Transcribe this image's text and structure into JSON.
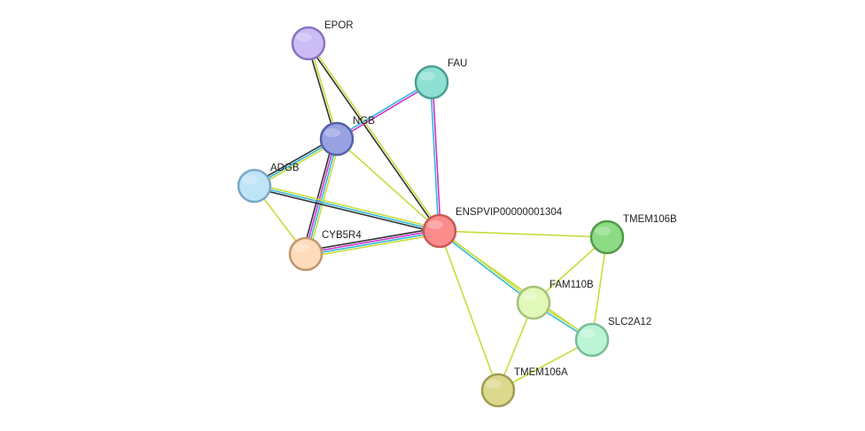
{
  "nodes": [
    {
      "id": "EPOR",
      "label": "EPOR",
      "fill": "#cbbcf5",
      "stroke": "#8a72c4"
    },
    {
      "id": "FAU",
      "label": "FAU",
      "fill": "#8ee0d2",
      "stroke": "#4a9e90"
    },
    {
      "id": "NGB",
      "label": "NGB",
      "fill": "#98a2e2",
      "stroke": "#5560a8"
    },
    {
      "id": "ADGB",
      "label": "ADGB",
      "fill": "#bfe4f8",
      "stroke": "#7aa8c8"
    },
    {
      "id": "ENSPVIP",
      "label": "ENSPVIP00000001304",
      "fill": "#fa8c8c",
      "stroke": "#c85858"
    },
    {
      "id": "CYB5R4",
      "label": "CYB5R4",
      "fill": "#fddbbb",
      "stroke": "#c09670"
    },
    {
      "id": "TMEM106B",
      "label": "TMEM106B",
      "fill": "#8edb86",
      "stroke": "#509a48"
    },
    {
      "id": "FAM110B",
      "label": "FAM110B",
      "fill": "#e0f8b8",
      "stroke": "#a4c27a"
    },
    {
      "id": "SLC2A12",
      "label": "SLC2A12",
      "fill": "#bcf5d6",
      "stroke": "#78bc98"
    },
    {
      "id": "TMEM106A",
      "label": "TMEM106A",
      "fill": "#dcd98c",
      "stroke": "#a09c52"
    }
  ],
  "edges": [
    {
      "source": "EPOR",
      "target": "NGB",
      "colors": [
        "#c8dc3c",
        "#333333"
      ]
    },
    {
      "source": "EPOR",
      "target": "ENSPVIP",
      "colors": [
        "#c8dc3c",
        "#333333"
      ]
    },
    {
      "source": "FAU",
      "target": "NGB",
      "colors": [
        "#cc33cc",
        "#33b8d8"
      ]
    },
    {
      "source": "FAU",
      "target": "ENSPVIP",
      "colors": [
        "#cc33cc",
        "#33b8d8"
      ]
    },
    {
      "source": "NGB",
      "target": "ADGB",
      "colors": [
        "#c8dc3c",
        "#33b8d8",
        "#333333"
      ]
    },
    {
      "source": "NGB",
      "target": "ENSPVIP",
      "colors": [
        "#c8dc3c"
      ]
    },
    {
      "source": "NGB",
      "target": "CYB5R4",
      "colors": [
        "#c8dc3c",
        "#33b8d8",
        "#cc33cc",
        "#333333"
      ]
    },
    {
      "source": "ADGB",
      "target": "ENSPVIP",
      "colors": [
        "#c8dc3c",
        "#33b8d8",
        "#333333"
      ]
    },
    {
      "source": "ADGB",
      "target": "CYB5R4",
      "colors": [
        "#c8dc3c"
      ]
    },
    {
      "source": "ENSPVIP",
      "target": "CYB5R4",
      "colors": [
        "#c8dc3c",
        "#33b8d8",
        "#cc33cc",
        "#333333"
      ]
    },
    {
      "source": "ENSPVIP",
      "target": "TMEM106B",
      "colors": [
        "#c8dc3c"
      ]
    },
    {
      "source": "ENSPVIP",
      "target": "FAM110B",
      "colors": [
        "#c8dc3c",
        "#33b8d8"
      ]
    },
    {
      "source": "ENSPVIP",
      "target": "SLC2A12",
      "colors": [
        "#c8dc3c"
      ]
    },
    {
      "source": "ENSPVIP",
      "target": "TMEM106A",
      "colors": [
        "#c8dc3c"
      ]
    },
    {
      "source": "TMEM106B",
      "target": "FAM110B",
      "colors": [
        "#c8dc3c"
      ]
    },
    {
      "source": "TMEM106B",
      "target": "SLC2A12",
      "colors": [
        "#c8dc3c"
      ]
    },
    {
      "source": "FAM110B",
      "target": "SLC2A12",
      "colors": [
        "#c8dc3c",
        "#33b8d8"
      ]
    },
    {
      "source": "FAM110B",
      "target": "TMEM106A",
      "colors": [
        "#c8dc3c"
      ]
    },
    {
      "source": "SLC2A12",
      "target": "TMEM106A",
      "colors": [
        "#c8dc3c"
      ]
    }
  ]
}
